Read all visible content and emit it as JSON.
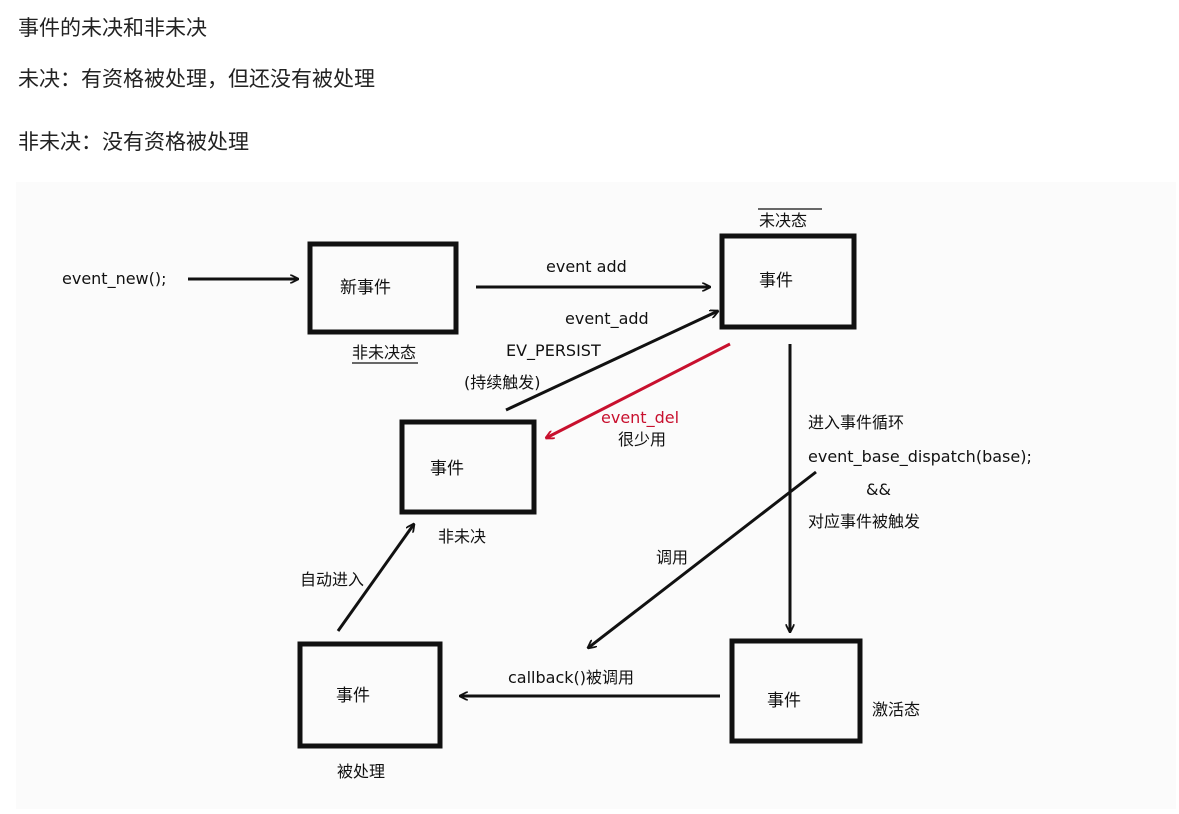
{
  "header": {
    "title": "事件的未决和非未决",
    "pending_def": "未决：有资格被处理，但还没有被处理",
    "non_pending_def": "非未决：没有资格被处理"
  },
  "diagram": {
    "call_event_new": "event_new();",
    "box_new": "新事件",
    "label_non_pending_underlined": "非未决态",
    "label_event_add_top": "event add",
    "label_pending_overlined": "未决态",
    "box_pending": "事件",
    "label_event_add_persist": "event_add",
    "label_ev_persist": "EV_PERSIST",
    "label_persist_note": "(持续触发)",
    "label_event_del": "event_del",
    "label_rarely_used": "很少用",
    "box_non_pending": "事件",
    "label_non_pending": "非未决",
    "label_enter_loop": "进入事件循环",
    "label_dispatch": "event_base_dispatch(base);",
    "label_and": "&&",
    "label_triggered": "对应事件被触发",
    "label_call": "调用",
    "label_auto_enter": "自动进入",
    "box_processed": "事件",
    "label_processed": "被处理",
    "label_callback": "callback()被调用",
    "box_active": "事件",
    "label_active": "激活态",
    "colors": {
      "event_del": "#c8102e",
      "stroke": "#111111"
    }
  }
}
